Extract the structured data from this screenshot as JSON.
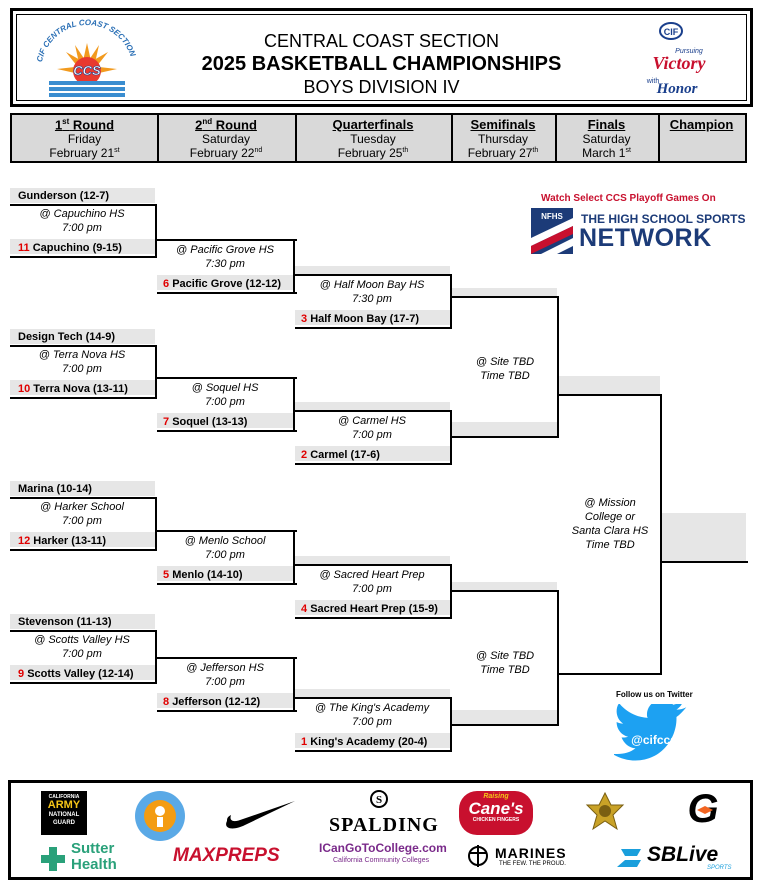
{
  "header": {
    "line1": "CENTRAL COAST SECTION",
    "line2": "2025 BASKETBALL CHAMPIONSHIPS",
    "line3": "BOYS DIVISION IV",
    "left_logo_text": "CIF CENTRAL COAST SECTION",
    "left_logo_center": "CCS",
    "right_logo_top": "CIF",
    "right_logo_line1": "Pursuing",
    "right_logo_line2": "Victory",
    "right_logo_line3": "with",
    "right_logo_line4": "Honor"
  },
  "rounds": [
    {
      "name": "1",
      "sup_name": "st",
      "rest": " Round",
      "day": "Friday",
      "date": "February 21",
      "sup": "st"
    },
    {
      "name": "2",
      "sup_name": "nd",
      "rest": " Round",
      "day": "Saturday",
      "date": "February 22",
      "sup": "nd"
    },
    {
      "name": "Quarterfinals",
      "sup_name": "",
      "rest": "",
      "day": "Tuesday",
      "date": "February 25",
      "sup": "th"
    },
    {
      "name": "Semifinals",
      "sup_name": "",
      "rest": "",
      "day": "Thursday",
      "date": "February 27",
      "sup": "th"
    },
    {
      "name": "Finals",
      "sup_name": "",
      "rest": "",
      "day": "Saturday",
      "date": "March 1",
      "sup": "st"
    },
    {
      "name": "Champion",
      "sup_name": "",
      "rest": "",
      "day": "",
      "date": "",
      "sup": ""
    }
  ],
  "round1": [
    {
      "top": "Gunderson (12-7)",
      "seed": "11",
      "bottom": "Capuchino (9-15)",
      "loc": "@ Capuchino HS",
      "time": "7:00 pm"
    },
    {
      "top": "Design Tech (14-9)",
      "seed": "10",
      "bottom": "Terra Nova (13-11)",
      "loc": "@ Terra Nova HS",
      "time": "7:00 pm"
    },
    {
      "top": "Marina (10-14)",
      "seed": "12",
      "bottom": "Harker (13-11)",
      "loc": "@ Harker School",
      "time": "7:00 pm"
    },
    {
      "top": "Stevenson (11-13)",
      "seed": "9",
      "bottom": "Scotts Valley (12-14)",
      "loc": "@ Scotts Valley HS",
      "time": "7:00 pm"
    }
  ],
  "round2": [
    {
      "loc": "@ Pacific Grove HS",
      "time": "7:30 pm",
      "seed": "6",
      "team": "Pacific Grove (12-12)"
    },
    {
      "loc": "@ Soquel HS",
      "time": "7:00 pm",
      "seed": "7",
      "team": "Soquel (13-13)"
    },
    {
      "loc": "@ Menlo School",
      "time": "7:00 pm",
      "seed": "5",
      "team": "Menlo (14-10)"
    },
    {
      "loc": "@ Jefferson HS",
      "time": "7:00 pm",
      "seed": "8",
      "team": "Jefferson (12-12)"
    }
  ],
  "quarters": [
    {
      "loc": "@ Half Moon Bay HS",
      "time": "7:30 pm",
      "seed": "3",
      "team": "Half Moon Bay (17-7)"
    },
    {
      "loc": "@ Carmel HS",
      "time": "7:00 pm",
      "seed": "2",
      "team": "Carmel (17-6)"
    },
    {
      "loc": "@ Sacred Heart Prep",
      "time": "7:00 pm",
      "seed": "4",
      "team": "Sacred Heart Prep (15-9)"
    },
    {
      "loc": "@ The King's Academy",
      "time": "7:00 pm",
      "seed": "1",
      "team": "King's Academy (20-4)"
    }
  ],
  "semis": [
    {
      "loc": "@ Site TBD",
      "time": "Time TBD"
    },
    {
      "loc": "@ Site TBD",
      "time": "Time TBD"
    }
  ],
  "finals": {
    "loc1": "@ Mission",
    "loc2": "College or",
    "loc3": "Santa Clara HS",
    "time": "Time TBD"
  },
  "nfhs": {
    "watch": "Watch Select CCS Playoff Games On",
    "brand": "NFHS",
    "line1": "THE HIGH SCHOOL SPORTS",
    "line2": "NETWORK"
  },
  "twitter": {
    "follow": "Follow us on Twitter",
    "handle": "@cifccs"
  },
  "sponsors": {
    "army1": "CALIFORNIA",
    "army2": "ARMY",
    "army3": "NATIONAL",
    "army4": "GUARD",
    "spalding": "SPALDING",
    "canes": "Cane's",
    "canes_sub": "CHICKEN FINGERS",
    "canes_top": "Raising",
    "gatorade": "G",
    "sutter1": "Sutter",
    "sutter2": "Health",
    "maxpreps": "MAXPREPS",
    "icango": "ICanGoToCollege.com",
    "icango_sub": "California Community Colleges",
    "marines": "MARINES",
    "marines_sub": "THE FEW. THE PROUD.",
    "sblive": "SBLive",
    "sblive_sub": "SPORTS"
  },
  "colors": {
    "seed": "#e00000",
    "shade": "#e6e6e6",
    "nfhs_blue": "#1c3b78",
    "nfhs_red": "#c8102e",
    "twitter": "#1da1f2"
  }
}
